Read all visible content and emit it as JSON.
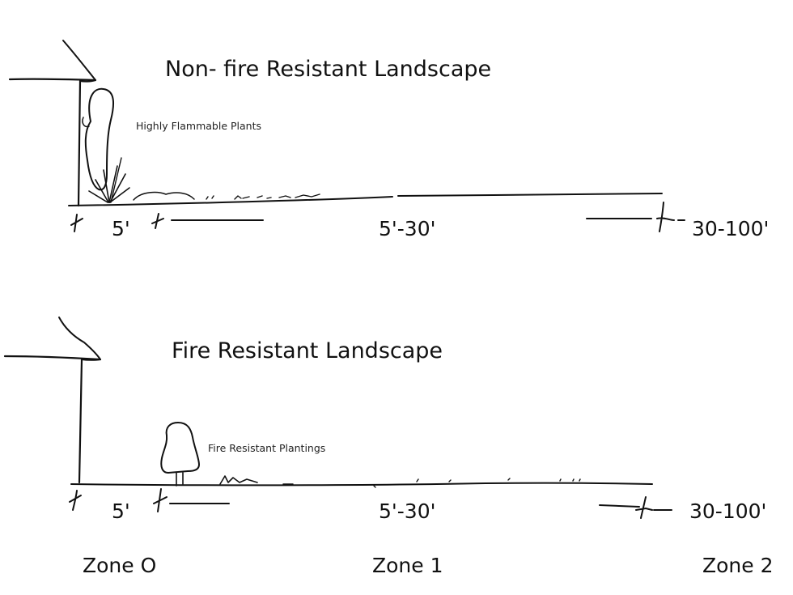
{
  "diagram": {
    "panels": [
      {
        "id": "non-fire-resistant",
        "title": "Non- fire Resistant Landscape",
        "plant_label": "Highly Flammable Plants",
        "dimensions": [
          "5'",
          "5'-30'",
          "30-100'"
        ]
      },
      {
        "id": "fire-resistant",
        "title": "Fire Resistant Landscape",
        "plant_label": "Fire Resistant Plantings",
        "dimensions": [
          "5'",
          "5'-30'",
          "30-100'"
        ]
      }
    ],
    "zones": [
      "Zone O",
      "Zone 1",
      "Zone 2"
    ]
  },
  "colors": {
    "ink": "#111111",
    "background": "#ffffff"
  }
}
